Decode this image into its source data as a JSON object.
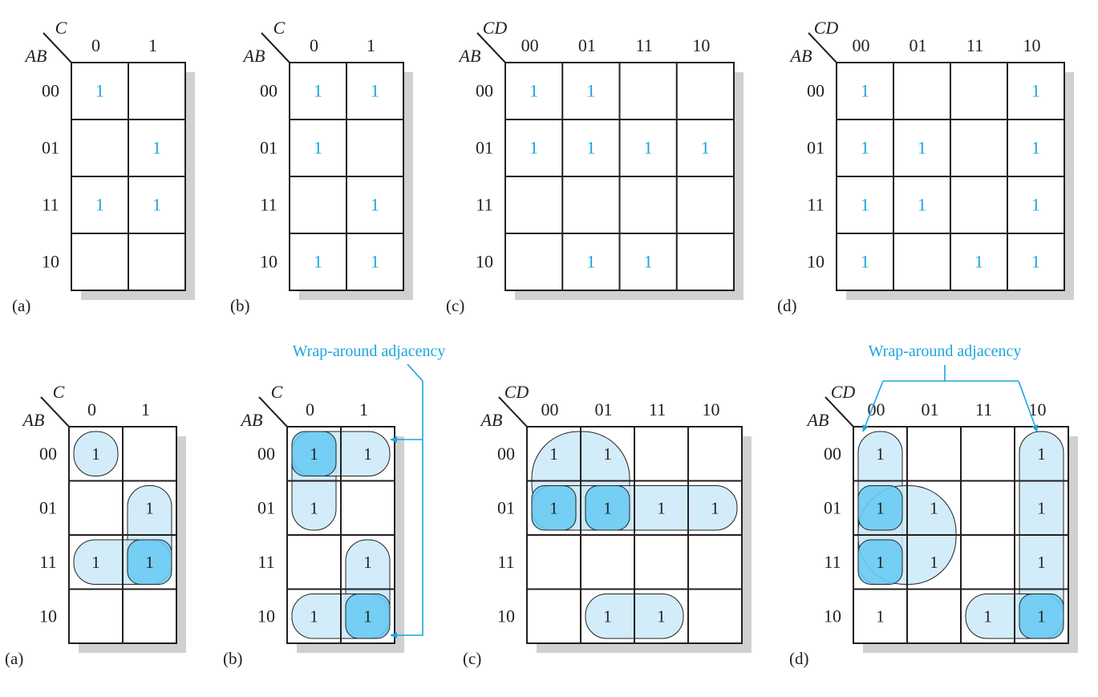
{
  "colors": {
    "line": "#231f20",
    "shadow": "#cfd0d2",
    "one_top": "#1ba5dd",
    "group_fill": "#cbe9f8",
    "group_overlap": "#6ccbf2",
    "group_stroke": "#231f20",
    "annotation": "#1ba5dd"
  },
  "annotation_text": "Wrap-around adjacency",
  "maps": [
    {
      "id": "top-a",
      "caption": "(a)",
      "row_var": "AB",
      "col_var": "C",
      "col_labels": [
        "0",
        "1"
      ],
      "row_labels": [
        "00",
        "01",
        "11",
        "10"
      ],
      "ones": [
        [
          0,
          0
        ],
        [
          1,
          1
        ],
        [
          2,
          0
        ],
        [
          2,
          1
        ]
      ],
      "one_text": "1"
    },
    {
      "id": "top-b",
      "caption": "(b)",
      "row_var": "AB",
      "col_var": "C",
      "col_labels": [
        "0",
        "1"
      ],
      "row_labels": [
        "00",
        "01",
        "11",
        "10"
      ],
      "ones": [
        [
          0,
          0
        ],
        [
          0,
          1
        ],
        [
          1,
          0
        ],
        [
          2,
          1
        ],
        [
          3,
          0
        ],
        [
          3,
          1
        ]
      ],
      "one_text": "1"
    },
    {
      "id": "top-c",
      "caption": "(c)",
      "row_var": "AB",
      "col_var": "CD",
      "col_labels": [
        "00",
        "01",
        "11",
        "10"
      ],
      "row_labels": [
        "00",
        "01",
        "11",
        "10"
      ],
      "ones": [
        [
          0,
          0
        ],
        [
          0,
          1
        ],
        [
          1,
          0
        ],
        [
          1,
          1
        ],
        [
          1,
          2
        ],
        [
          1,
          3
        ],
        [
          3,
          1
        ],
        [
          3,
          2
        ]
      ],
      "one_text": "1"
    },
    {
      "id": "top-d",
      "caption": "(d)",
      "row_var": "AB",
      "col_var": "CD",
      "col_labels": [
        "00",
        "01",
        "11",
        "10"
      ],
      "row_labels": [
        "00",
        "01",
        "11",
        "10"
      ],
      "ones": [
        [
          0,
          0
        ],
        [
          0,
          3
        ],
        [
          1,
          0
        ],
        [
          1,
          1
        ],
        [
          1,
          3
        ],
        [
          2,
          0
        ],
        [
          2,
          1
        ],
        [
          2,
          3
        ],
        [
          3,
          0
        ],
        [
          3,
          2
        ],
        [
          3,
          3
        ]
      ],
      "one_text": "1"
    },
    {
      "id": "bottom-a",
      "caption": "(a)",
      "row_var": "AB",
      "col_var": "C",
      "col_labels": [
        "0",
        "1"
      ],
      "row_labels": [
        "00",
        "01",
        "11",
        "10"
      ],
      "ones": [
        [
          0,
          0
        ],
        [
          1,
          1
        ],
        [
          2,
          0
        ],
        [
          2,
          1
        ]
      ],
      "one_text": "1",
      "groups": [
        {
          "r0": 0,
          "r1": 0,
          "c0": 0,
          "c1": 0
        },
        {
          "r0": 1,
          "r1": 2,
          "c0": 1,
          "c1": 1
        },
        {
          "r0": 2,
          "r1": 2,
          "c0": 0,
          "c1": 1
        }
      ],
      "overlap": [
        [
          2,
          1
        ]
      ]
    },
    {
      "id": "bottom-b",
      "caption": "(b)",
      "row_var": "AB",
      "col_var": "C",
      "col_labels": [
        "0",
        "1"
      ],
      "row_labels": [
        "00",
        "01",
        "11",
        "10"
      ],
      "ones": [
        [
          0,
          0
        ],
        [
          0,
          1
        ],
        [
          1,
          0
        ],
        [
          2,
          1
        ],
        [
          3,
          0
        ],
        [
          3,
          1
        ]
      ],
      "one_text": "1",
      "groups": [
        {
          "r0": 0,
          "r1": 1,
          "c0": 0,
          "c1": 0
        },
        {
          "r0": 0,
          "r1": 0,
          "c0": 0,
          "c1": 1
        },
        {
          "r0": 2,
          "r1": 3,
          "c0": 1,
          "c1": 1
        },
        {
          "r0": 3,
          "r1": 3,
          "c0": 0,
          "c1": 1
        }
      ],
      "overlap": [
        [
          0,
          0
        ],
        [
          3,
          1
        ]
      ],
      "wrap_note": true
    },
    {
      "id": "bottom-c",
      "caption": "(c)",
      "row_var": "AB",
      "col_var": "CD",
      "col_labels": [
        "00",
        "01",
        "11",
        "10"
      ],
      "row_labels": [
        "00",
        "01",
        "11",
        "10"
      ],
      "ones": [
        [
          0,
          0
        ],
        [
          0,
          1
        ],
        [
          1,
          0
        ],
        [
          1,
          1
        ],
        [
          1,
          2
        ],
        [
          1,
          3
        ],
        [
          3,
          1
        ],
        [
          3,
          2
        ]
      ],
      "one_text": "1",
      "groups": [
        {
          "r0": 0,
          "r1": 1,
          "c0": 0,
          "c1": 1
        },
        {
          "r0": 1,
          "r1": 1,
          "c0": 0,
          "c1": 3
        },
        {
          "r0": 3,
          "r1": 3,
          "c0": 1,
          "c1": 2
        }
      ],
      "overlap": [
        [
          1,
          0
        ],
        [
          1,
          1
        ]
      ]
    },
    {
      "id": "bottom-d",
      "caption": "(d)",
      "row_var": "AB",
      "col_var": "CD",
      "col_labels": [
        "00",
        "01",
        "11",
        "10"
      ],
      "row_labels": [
        "00",
        "01",
        "11",
        "10"
      ],
      "ones": [
        [
          0,
          0
        ],
        [
          0,
          3
        ],
        [
          1,
          0
        ],
        [
          1,
          1
        ],
        [
          1,
          3
        ],
        [
          2,
          0
        ],
        [
          2,
          1
        ],
        [
          2,
          3
        ],
        [
          3,
          0
        ],
        [
          3,
          2
        ],
        [
          3,
          3
        ]
      ],
      "one_text": "1",
      "groups": [
        {
          "r0": 0,
          "r1": 2,
          "c0": 0,
          "c1": 0
        },
        {
          "r0": 1,
          "r1": 2,
          "c0": 0,
          "c1": 1
        },
        {
          "r0": 0,
          "r1": 3,
          "c0": 3,
          "c1": 3
        },
        {
          "r0": 3,
          "r1": 3,
          "c0": 2,
          "c1": 3
        }
      ],
      "overlap": [
        [
          1,
          0
        ],
        [
          2,
          0
        ],
        [
          3,
          3
        ]
      ],
      "wrap_note": true
    }
  ]
}
